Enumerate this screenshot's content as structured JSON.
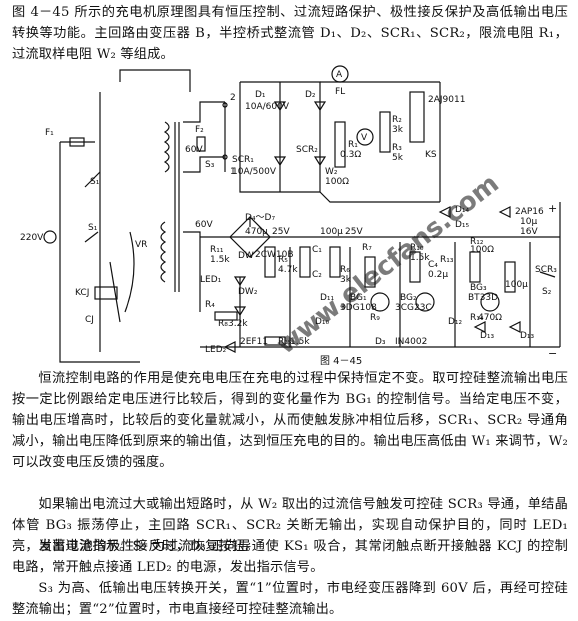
{
  "paragraphs": {
    "intro": "图 4－45 所示的充电机原理图具有恒压控制、过流短路保护、极性接反保护及高低输出电压转换等功能。主回路由变压器 B，半控桥式整流管 D₁、D₂、SCR₁、SCR₂，限流电阻 R₁，过流取样电阻 W₂ 等组成。",
    "p_control": "恒流控制电路的作用是使充电电压在充电的过程中保持恒定不变。取可控硅整流输出电压按一定比例跟给定电压进行比较后，得到的变化量作为 BG₁ 的控制信号。当给定电压不变，输出电压增高时，比较后的变化量就减小，从而使触发脉冲相位后移，SCR₁、SCR₂ 导通角减小，输出电压降低到原来的输出值，达到恒压充电的目的。输出电压高低由 W₁ 来调节，W₂ 可以改变电压反馈的强度。",
    "p_overcurrent": "如果输出电流过大或输出短路时，从 W₂ 取出的过流信号触发可控硅 SCR₃ 导通，单结晶体管 BG₃ 振荡停止，主回路 SCR₁、SCR₂ 关断无输出，实现自动保护目的，同时 LED₁ 亮，发出过流指示。S₂ 为过流恢复按钮。",
    "p_reverse": "当蓄电池的极性接反时，D₃ 正向导通使 KS₁ 吸合，其常闭触点断开接触器 KCJ 的控制电路，常开触点接通 LED₂ 的电源，发出指示信号。",
    "p_switch": "S₃ 为高、低输出电压转换开关，置“1”位置时，市电经变压器降到 60V 后，再经可控硅整流输出；置“2”位置时，市电直接经可控硅整流输出。"
  },
  "diagram": {
    "caption": "图 4－45",
    "watermark": "www.elecfans.com",
    "labels": {
      "F1": "F₁",
      "S1": "S₁",
      "S1b": "S₁",
      "ac": "220V",
      "VR": "VR",
      "KCJ": "KCJ",
      "CJ": "CJ",
      "F2": "F₂",
      "v60a": "60V",
      "S3": "S₃",
      "pos1": "1",
      "pos2": "2",
      "D1": "D₁",
      "D1rating": "10A/600V",
      "SCR1": "SCR₁",
      "SCR1rating": "10A/500V",
      "D2": "D₂",
      "SCR2": "SCR₂",
      "FL": "FL",
      "A": "A",
      "V": "V",
      "KS": "KS",
      "KSr": "2AJ9011",
      "R1": "R₁",
      "R1v": "0.3Ω",
      "W2": "W₂",
      "W2v": "100Ω",
      "R2": "R₂",
      "R2v": "3k",
      "R3": "R₃",
      "R3v": "5k",
      "v60b": "60V",
      "D4D7": "D₄～D₇",
      "D14": "D₁₄",
      "D15": "D₁₅",
      "diode2AP16": "2AP16",
      "c470": "470μ",
      "c25v": "25V",
      "c100": "100μ",
      "c25v2": "25V",
      "c10u": "10μ",
      "c16v": "16V",
      "R11": "R₁₁",
      "R11v": "1.5k",
      "DW1": "DW",
      "DW2": "DW₂",
      "LED1": "LED₁",
      "R4": "R₄",
      "zener": "2CW10B",
      "R5": "R₅",
      "R5v": "4.7k",
      "C1": "C₁",
      "C2": "C₂",
      "R6": "R₆",
      "R6v": "3k",
      "BG1": "BG₁",
      "BG1t": "3DG108",
      "BG2": "BG₂",
      "BG2t": "3CG23C",
      "BG3": "BG₃",
      "BG3t": "BT33D",
      "R7": "R₇",
      "R9": "R₉",
      "R10": "R₁₀",
      "R10v": "1.5k",
      "R12": "R₁₂",
      "R12v": "100Ω",
      "R13": "R₁₃",
      "R14": "R₁₄",
      "R14v": "470Ω",
      "C4": "C₄",
      "C4v": "0.2μ",
      "D10": "D₁₀",
      "D11": "D₁₁",
      "D12": "D₁₂",
      "D13": "D₁₃",
      "D13b": "D₁₃",
      "SCR3": "SCR₃",
      "S2": "S₂",
      "R8": "R₈",
      "R8v": "3.2k",
      "LED2": "LED₂",
      "EF11": "2EF11",
      "R15": "R₁₅",
      "R15v": "1.5k",
      "D3": "D₃",
      "IN4002": "IN4002",
      "plus": "+",
      "minus": "−",
      "c100u": "100μ"
    }
  }
}
